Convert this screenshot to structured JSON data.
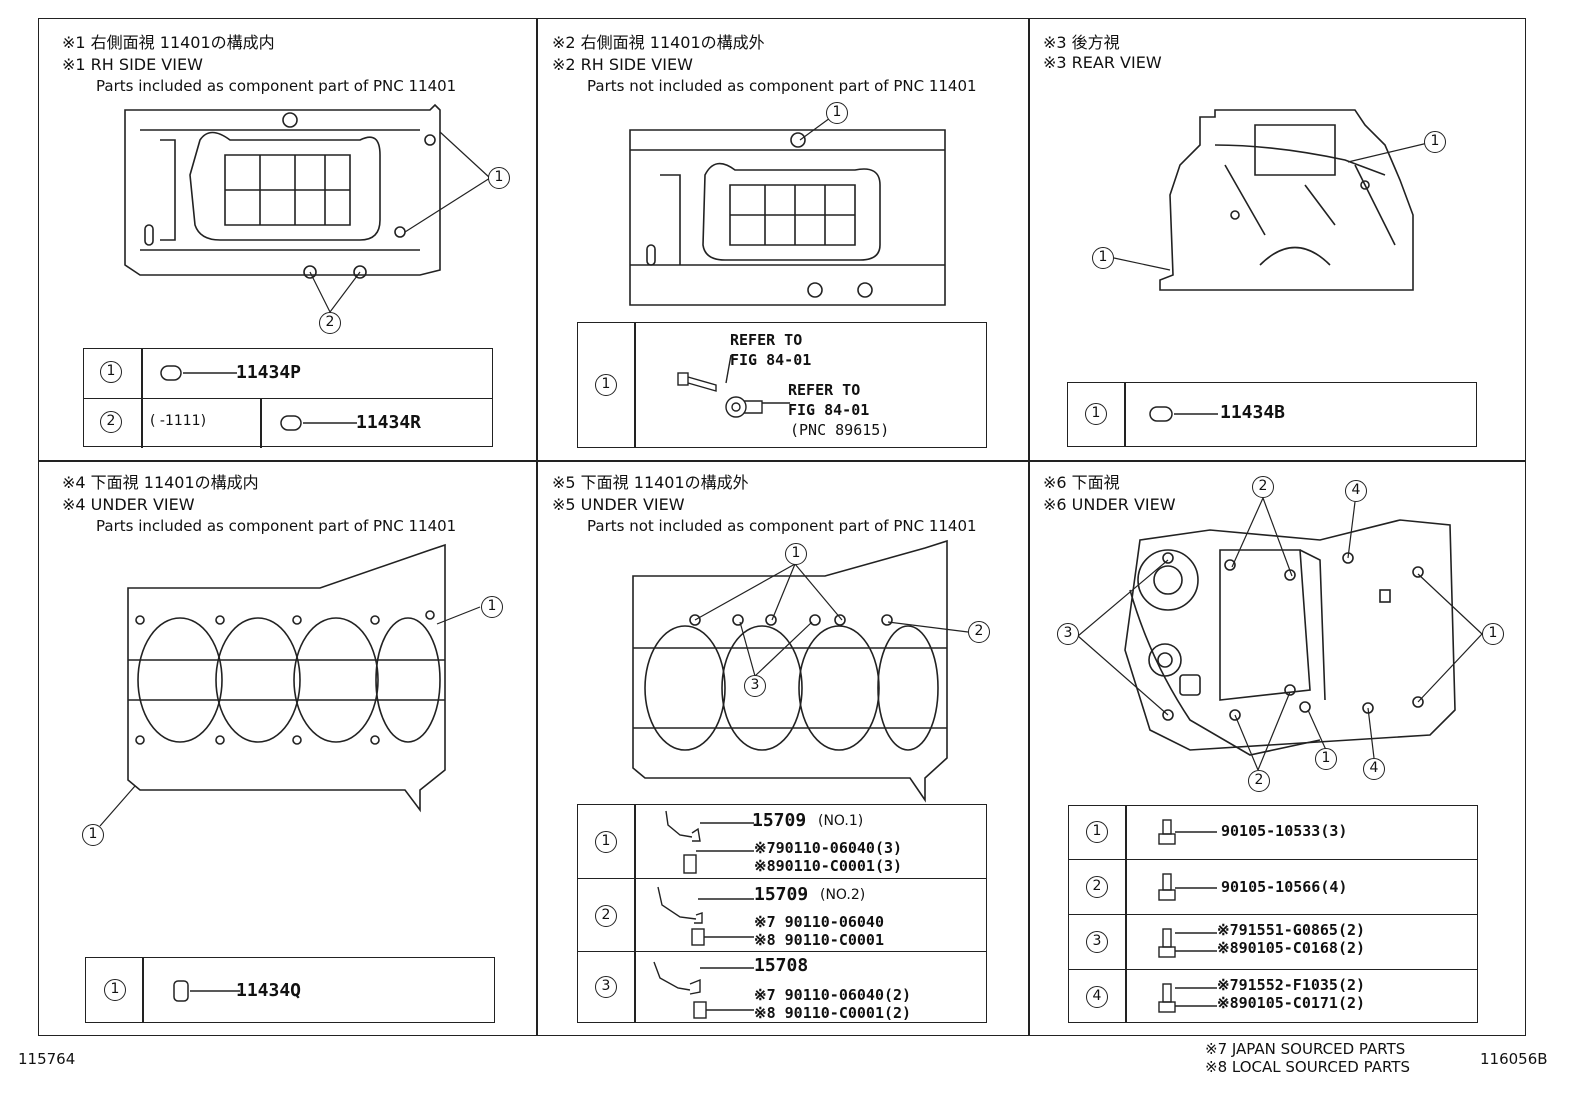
{
  "panels": {
    "p1": {
      "title_jp": "※1 右側面視 11401の構成内",
      "title_en": "※1 RH SIDE VIEW",
      "note": "Parts included as component part of PNC 11401",
      "rows": [
        {
          "num": "1",
          "part": "11434P"
        },
        {
          "num": "2",
          "qualifier": "(      -1111)",
          "part": "11434R"
        }
      ],
      "callouts": [
        "1",
        "2"
      ]
    },
    "p2": {
      "title_jp": "※2 右側面視 11401の構成外",
      "title_en": "※2 RH SIDE VIEW",
      "note": "Parts not included as component part of PNC 11401",
      "rows": [
        {
          "num": "1",
          "ref1": "REFER TO",
          "ref1b": "FIG 84-01",
          "ref2": "REFER TO",
          "ref2b": "FIG 84-01",
          "ref2c": "(PNC 89615)"
        }
      ],
      "callouts": [
        "1"
      ]
    },
    "p3": {
      "title_jp": "※3 後方視",
      "title_en": "※3 REAR VIEW",
      "rows": [
        {
          "num": "1",
          "part": "11434B"
        }
      ],
      "callouts": [
        "1",
        "1"
      ]
    },
    "p4": {
      "title_jp": "※4 下面視 11401の構成内",
      "title_en": "※4 UNDER VIEW",
      "note": "Parts included as component part of PNC 11401",
      "rows": [
        {
          "num": "1",
          "part": "11434Q"
        }
      ],
      "callouts": [
        "1",
        "1"
      ]
    },
    "p5": {
      "title_jp": "※5 下面視 11401の構成外",
      "title_en": "※5 UNDER VIEW",
      "note": "Parts not included as component part of PNC 11401",
      "rows": [
        {
          "num": "1",
          "part": "15709",
          "suffix": "(NO.1)",
          "a": "※790110-06040(3)",
          "b": "※890110-C0001(3)"
        },
        {
          "num": "2",
          "part": "15709",
          "suffix": "(NO.2)",
          "a": "※7 90110-06040",
          "b": "※8 90110-C0001"
        },
        {
          "num": "3",
          "part": "15708",
          "suffix": "",
          "a": "※7 90110-06040(2)",
          "b": "※8 90110-C0001(2)"
        }
      ],
      "callouts": [
        "1",
        "2",
        "3"
      ]
    },
    "p6": {
      "title_jp": "※6 下面視",
      "title_en": "※6 UNDER VIEW",
      "rows": [
        {
          "num": "1",
          "a": "90105-10533(3)"
        },
        {
          "num": "2",
          "a": "90105-10566(4)"
        },
        {
          "num": "3",
          "a": "※791551-G0865(2)",
          "b": "※890105-C0168(2)"
        },
        {
          "num": "4",
          "a": "※791552-F1035(2)",
          "b": "※890105-C0171(2)"
        }
      ],
      "callouts": [
        "2",
        "4",
        "3",
        "1",
        "2",
        "1",
        "4"
      ]
    }
  },
  "footer": {
    "left_code": "115764",
    "right_code": "116056B",
    "legend7": "※7 JAPAN SOURCED PARTS",
    "legend8": "※8 LOCAL SOURCED PARTS"
  }
}
